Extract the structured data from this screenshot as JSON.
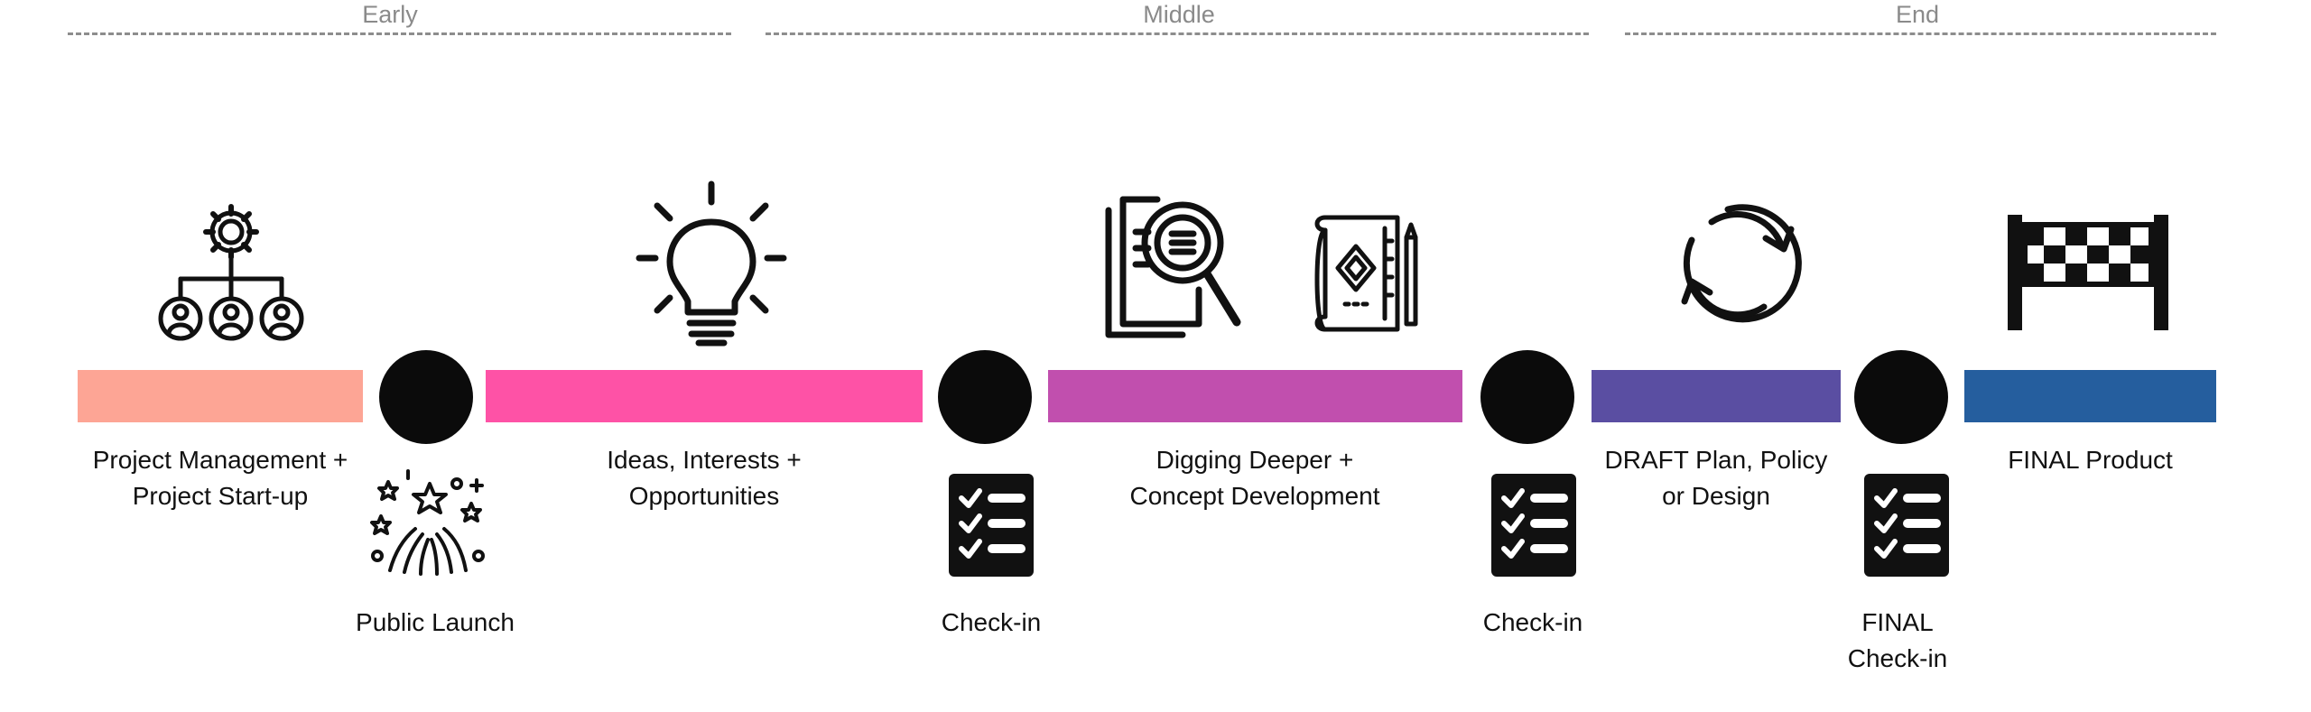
{
  "phases": {
    "early": "Early",
    "middle": "Middle",
    "end": "End"
  },
  "stages": {
    "project_management": {
      "line1": "Project Management +",
      "line2": "Project Start-up",
      "icon": "org-chart-gear-icon",
      "color": "#fda595"
    },
    "ideas": {
      "line1": "Ideas, Interests +",
      "line2": "Opportunities",
      "icon": "lightbulb-icon",
      "color": "#fe52a6"
    },
    "digging": {
      "line1": "Digging Deeper +",
      "line2": "Concept Development",
      "icons": [
        "document-search-icon",
        "blueprint-icon"
      ],
      "color": "#c14fae"
    },
    "draft": {
      "line1": "DRAFT Plan, Policy",
      "line2": "or Design",
      "icon": "refresh-cycle-icon",
      "color": "#5a4ea2"
    },
    "final": {
      "line1": "FINAL Product",
      "icon": "finish-flag-icon",
      "color": "#255e9e"
    }
  },
  "milestones": {
    "public_launch": {
      "label": "Public Launch",
      "icon": "fireworks-icon"
    },
    "checkin_1": {
      "label": "Check-in",
      "icon": "checklist-icon"
    },
    "checkin_2": {
      "label": "Check-in",
      "icon": "checklist-icon"
    },
    "final_checkin": {
      "line1": "FINAL",
      "line2": "Check-in",
      "icon": "checklist-icon"
    }
  }
}
